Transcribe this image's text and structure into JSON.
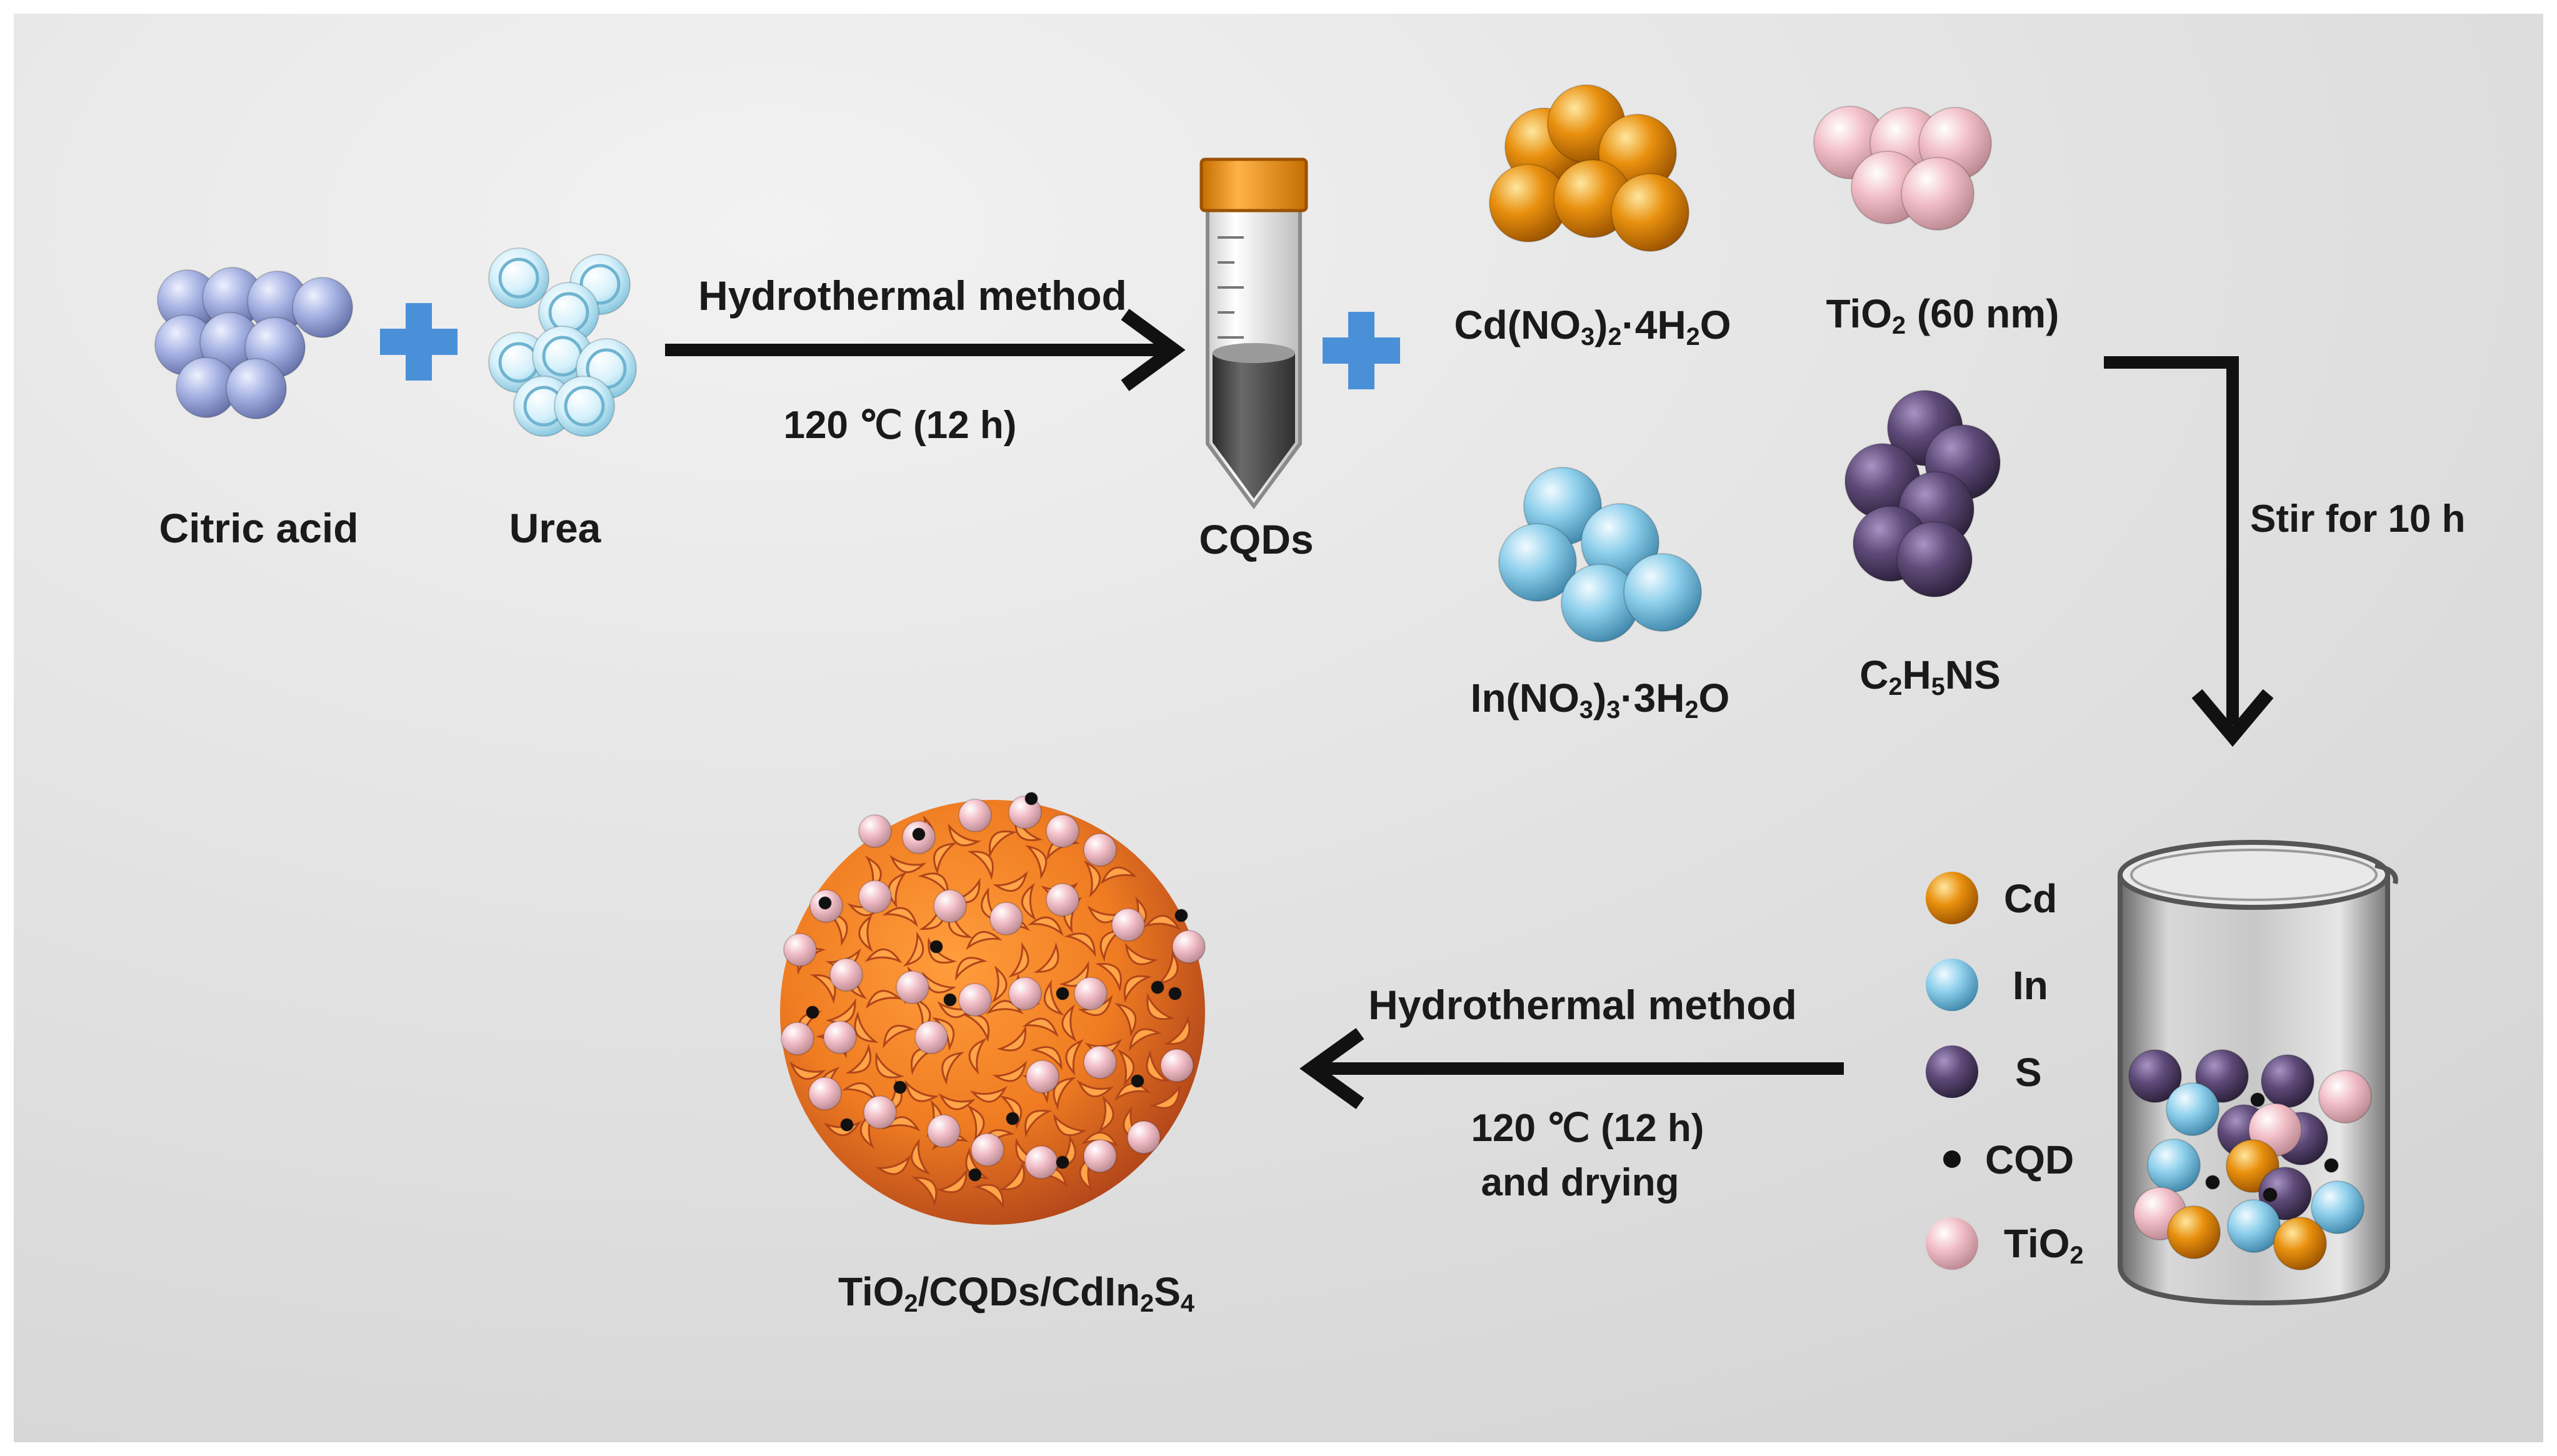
{
  "step1": {
    "label_citric_acid": "Citric acid",
    "label_urea": "Urea",
    "arrow_top_text": "Hydrothermal method",
    "arrow_bottom_text": "120 ℃ (12 h)",
    "label_cqds": "CQDs"
  },
  "reagents": {
    "cd_nitrate": {
      "main": "Cd(NO",
      "sub1": "3",
      "mid": ")",
      "sub2": "2",
      "tail": "·4H",
      "sub3": "2",
      "end": "O"
    },
    "tio2": {
      "main": "TiO",
      "sub": "2",
      "tail": " (60 nm)"
    },
    "in_nitrate": {
      "main": "In(NO",
      "sub1": "3",
      "mid": ")",
      "sub2": "3",
      "tail": "·3H",
      "sub3": "2",
      "end": "O"
    },
    "thioacetamide": {
      "a": "C",
      "sub1": "2",
      "b": "H",
      "sub2": "5",
      "c": "NS"
    }
  },
  "step2": {
    "arrow_text": "Stir for 10 h"
  },
  "legend": {
    "items": [
      {
        "label": "Cd",
        "color": "#e8900e"
      },
      {
        "label": "In",
        "color": "#8fd0ec"
      },
      {
        "label": "S",
        "color": "#5e4a78"
      },
      {
        "label": "CQD",
        "color": "#111111"
      },
      {
        "label": "TiO",
        "sub": "2",
        "color": "#f2bfc8"
      }
    ]
  },
  "step3": {
    "arrow_top_text": "Hydrothermal method",
    "arrow_bottom_line1": "120 ℃ (12 h)",
    "arrow_bottom_line2": "and drying"
  },
  "product": {
    "a": "TiO",
    "s1": "2",
    "b": "/CQDs/CdIn",
    "s2": "2",
    "c": "S",
    "s3": "4"
  },
  "colors": {
    "citric_acid": "#a8b4e4",
    "urea": "#b8e4f4",
    "cd": "#e8900e",
    "tio2": "#f2bfc8",
    "in": "#8fd0ec",
    "s": "#5e4a78",
    "plus": "#4a90d9",
    "tube_cap": "#f59a1f",
    "flower": "#f08a2a"
  }
}
